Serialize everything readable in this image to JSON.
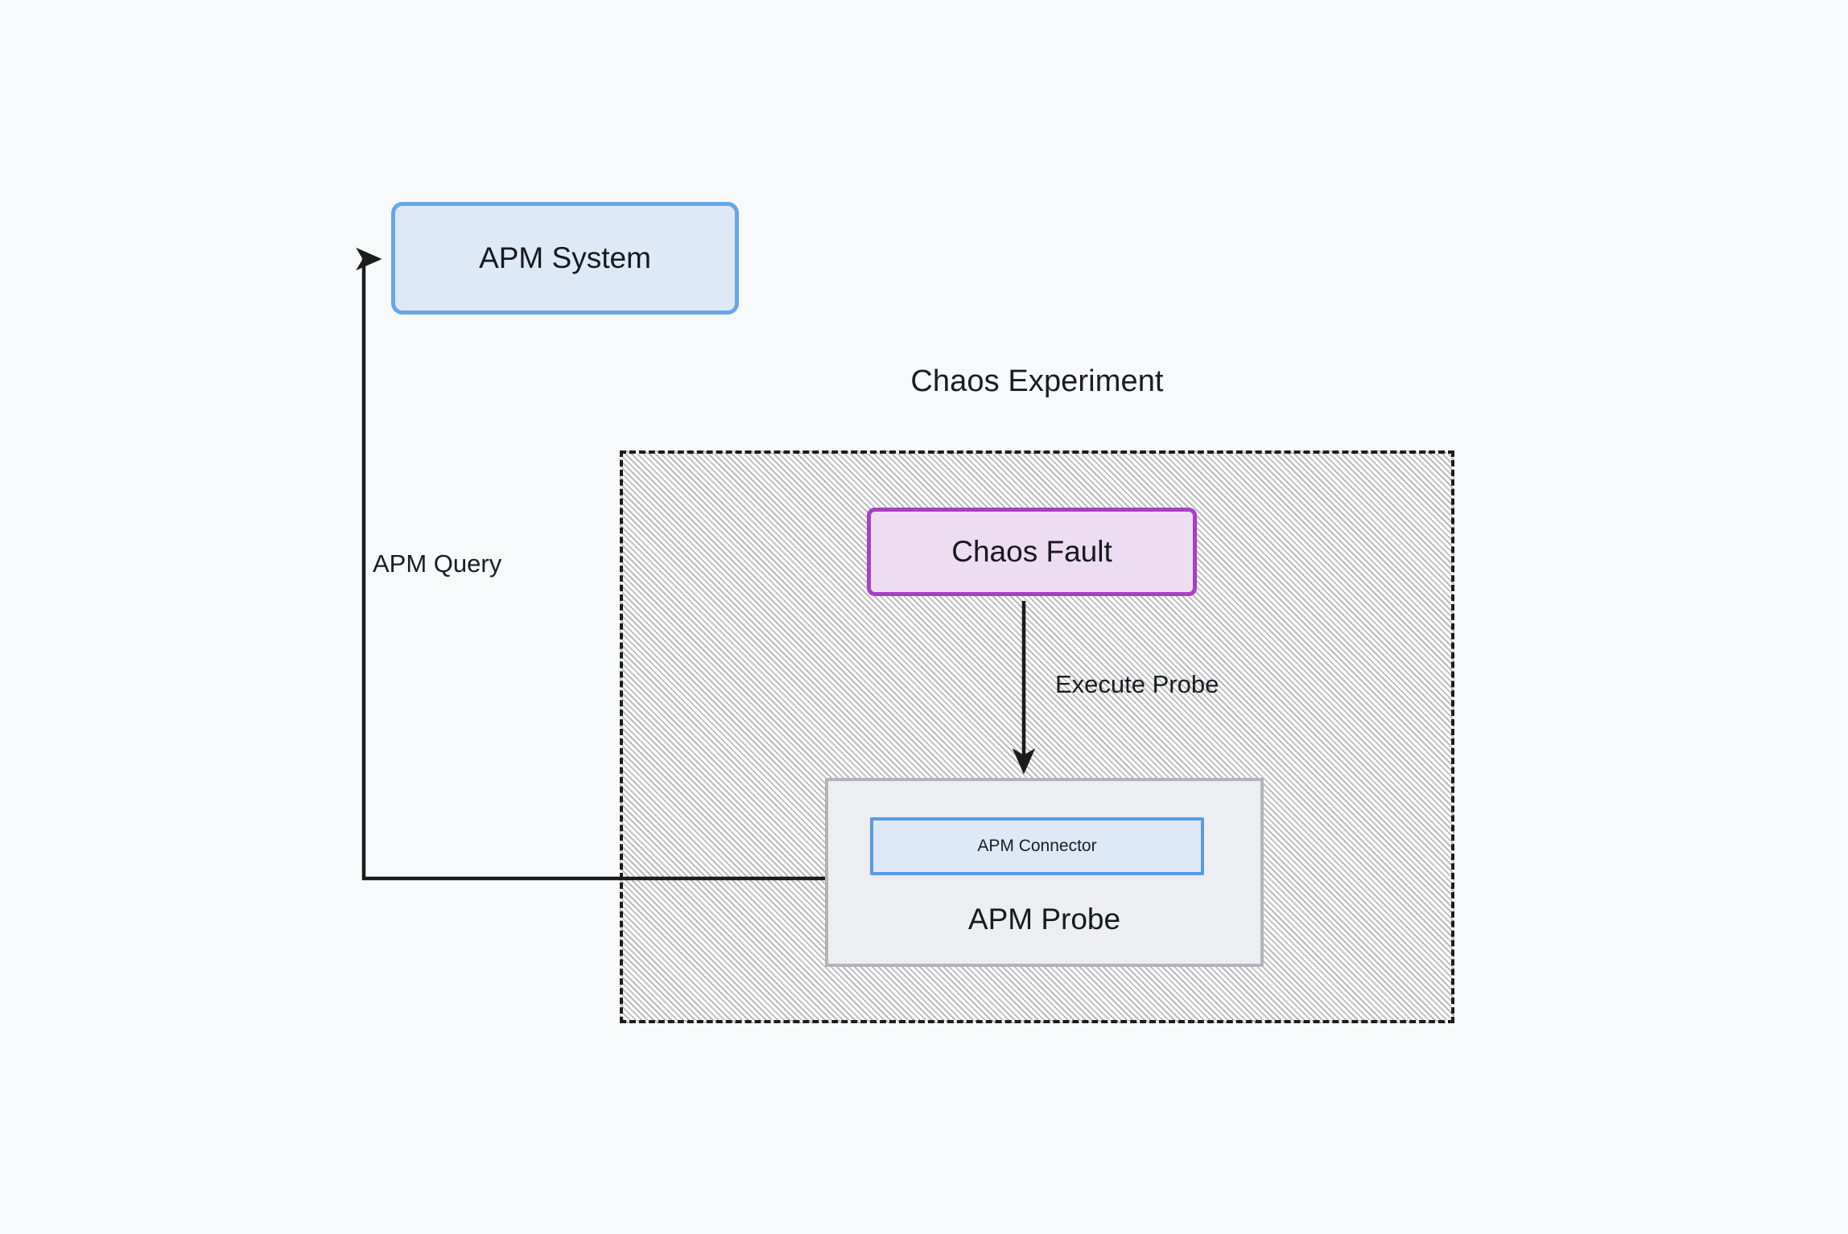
{
  "diagram": {
    "title_group": "Chaos Experiment",
    "background_color": "#f8f9fb",
    "nodes": {
      "apm_system": {
        "label": "APM System",
        "fill": "#dee9f8",
        "stroke": "#66a6ea"
      },
      "chaos_fault": {
        "label": "Chaos Fault",
        "fill": "#eddcf2",
        "stroke": "#a93fc4"
      },
      "apm_probe": {
        "label": "APM Probe",
        "fill": "#eceef0",
        "stroke": "#b1b5bb"
      },
      "apm_connector": {
        "label": "APM Connector",
        "fill": "#dee9f8",
        "stroke": "#5a9ae6"
      }
    },
    "edges": [
      {
        "id": "execute-probe",
        "label": "Execute Probe",
        "from": "chaos_fault",
        "to": "apm_probe",
        "color": "#1c1c1c"
      },
      {
        "id": "apm-query",
        "label": "APM Query",
        "from": "apm_probe",
        "to": "apm_system",
        "color": "#1c1c1c"
      }
    ],
    "group": {
      "name": "chaos-experiment-group",
      "stroke": "#1c1c1c",
      "stroke_style": "dashed",
      "fill_pattern": "diagonal-hatch"
    }
  }
}
